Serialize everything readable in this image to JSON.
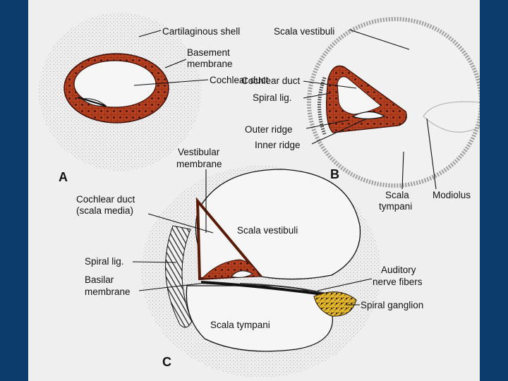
{
  "colors": {
    "frame": "#0b3c6b",
    "background": "#efefef",
    "epithelium": "#b5401f",
    "nerve_fibers": "#e0b52a"
  },
  "panels": {
    "a": "A",
    "b": "B",
    "c": "C"
  },
  "labels": {
    "cartilaginous_shell": "Cartilaginous shell",
    "basement_membrane_1": "Basement",
    "basement_membrane_2": "membrane",
    "cochlear_duct_a": "Cochlear duct",
    "scala_vestibuli_b": "Scala vestibuli",
    "cochlear_duct_b": "Cochlear duct",
    "spiral_lig_b": "Spiral lig.",
    "outer_ridge": "Outer ridge",
    "inner_ridge": "Inner ridge",
    "scala_tympani_b_1": "Scala",
    "scala_tympani_b_2": "tympani",
    "modiolus": "Modiolus",
    "vestibular_membrane_1": "Vestibular",
    "vestibular_membrane_2": "membrane",
    "cochlear_duct_c_1": "Cochlear duct",
    "cochlear_duct_c_2": "(scala media)",
    "scala_vestibuli_c": "Scala vestibuli",
    "spiral_lig_c": "Spiral lig.",
    "basilar_membrane_1": "Basilar",
    "basilar_membrane_2": "membrane",
    "auditory_nerve_1": "Auditory",
    "auditory_nerve_2": "nerve fibers",
    "spiral_ganglion": "Spiral ganglion",
    "scala_tympani_c": "Scala tympani"
  }
}
